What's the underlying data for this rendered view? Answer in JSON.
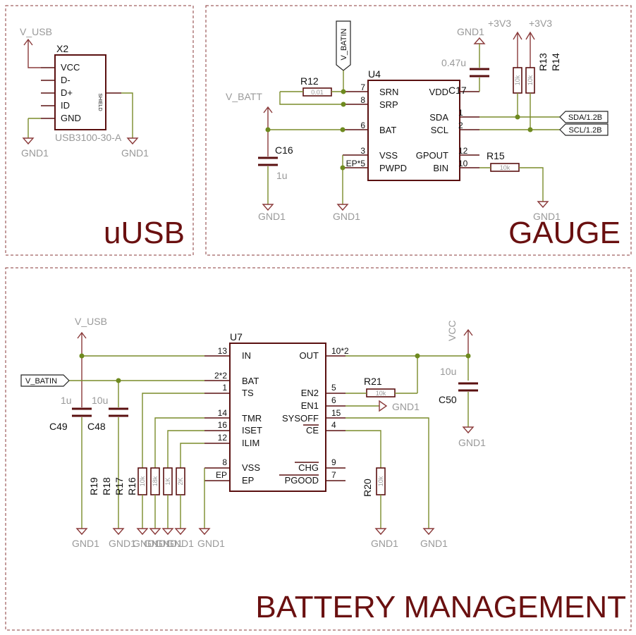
{
  "sections": {
    "usb": "uUSB",
    "gauge": "GAUGE",
    "battery": "BATTERY MANAGEMENT"
  },
  "usb": {
    "connector": {
      "name": "X2",
      "value": "USB3100-30-A",
      "shield": "SHIELD",
      "pins": [
        "VCC",
        "D-",
        "D+",
        "ID",
        "GND"
      ]
    },
    "supply": "V_USB",
    "gnd": [
      "GND1",
      "GND1"
    ]
  },
  "gauge": {
    "ic": {
      "name": "U4",
      "left_pins": [
        {
          "label": "SRN",
          "num": "7"
        },
        {
          "label": "SRP",
          "num": "8"
        },
        {
          "label": "BAT",
          "num": "6"
        },
        {
          "label": "VSS",
          "num": "3"
        },
        {
          "label": "PWPD",
          "num": "EP*5"
        }
      ],
      "right_pins": [
        {
          "label": "VDD",
          "num": ""
        },
        {
          "label": "SDA",
          "num": "1"
        },
        {
          "label": "SCL",
          "num": "2"
        },
        {
          "label": "GPOUT",
          "num": "12"
        },
        {
          "label": "BIN",
          "num": "10"
        }
      ]
    },
    "batin": "V_BATIN",
    "batt": "V_BATT",
    "r12": {
      "name": "R12",
      "value": "0.01"
    },
    "c16": {
      "name": "C16",
      "value": "1u"
    },
    "c17": {
      "name": "C17",
      "value": "0.47u"
    },
    "r13": {
      "name": "R13",
      "value": "10k"
    },
    "r14": {
      "name": "R14",
      "value": "10k"
    },
    "r15": {
      "name": "R15",
      "value": "10k"
    },
    "v3a": "+3V3",
    "v3b": "+3V3",
    "gnd": [
      "GND1",
      "GND1",
      "GND1",
      "GND1"
    ],
    "sda": "SDA/1.2B",
    "scl": "SCL/1.2B"
  },
  "bm": {
    "ic": {
      "name": "U7",
      "left_pins": [
        {
          "label": "IN",
          "num": "13"
        },
        {
          "label": "BAT",
          "num": "2*2"
        },
        {
          "label": "TS",
          "num": "1"
        },
        {
          "label": "TMR",
          "num": "14"
        },
        {
          "label": "ISET",
          "num": "16"
        },
        {
          "label": "ILIM",
          "num": "12"
        },
        {
          "label": "VSS",
          "num": "8"
        },
        {
          "label": "EP",
          "num": "EP"
        }
      ],
      "right_pins": [
        {
          "label": "OUT",
          "num": "10*2"
        },
        {
          "label": "EN2",
          "num": "5"
        },
        {
          "label": "EN1",
          "num": "6"
        },
        {
          "label": "SYSOFF",
          "num": "15"
        },
        {
          "label": "CE",
          "num": "4"
        },
        {
          "label": "CHG",
          "num": "9"
        },
        {
          "label": "PGOOD",
          "num": "7"
        }
      ]
    },
    "vusb": "V_USB",
    "vcc": "VCC",
    "batin": "V_BATIN",
    "c49": {
      "name": "C49",
      "value": "1u"
    },
    "c48": {
      "name": "C48",
      "value": "10u"
    },
    "c50": {
      "name": "C50",
      "value": "10u"
    },
    "r21": {
      "name": "R21",
      "value": "10k"
    },
    "r20": {
      "name": "R20",
      "value": "10k"
    },
    "r19": {
      "name": "R19",
      "value": "10k"
    },
    "r18": {
      "name": "R18",
      "value": "18k"
    },
    "r17": {
      "name": "R17",
      "value": "1K"
    },
    "r16": {
      "name": "R16",
      "value": "2K"
    },
    "gnd": [
      "GND1",
      "GND1",
      "GND1",
      "GND1",
      "GND1",
      "GND1",
      "GND1",
      "GND1",
      "GND1",
      "GND1",
      "GND1"
    ]
  }
}
